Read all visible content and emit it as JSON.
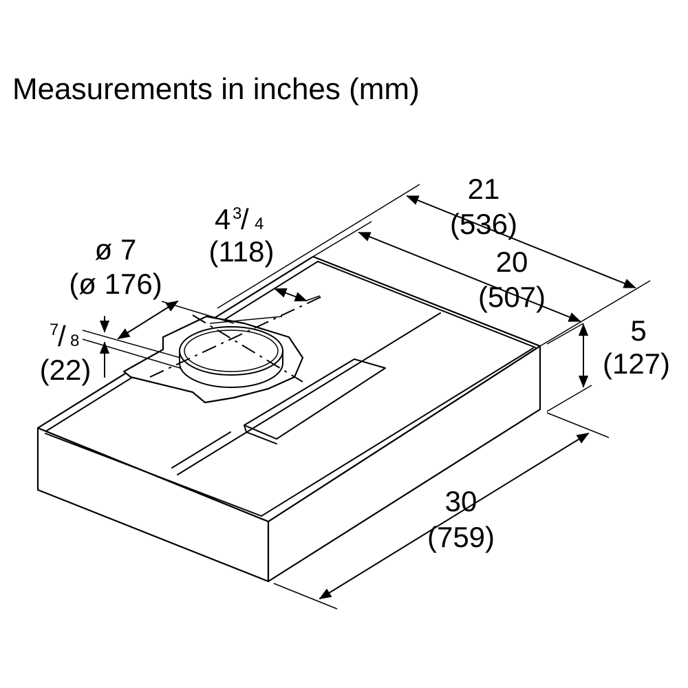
{
  "title": "Measurements in inches (mm)",
  "dimensions": {
    "depth_outer": {
      "inch": "21",
      "mm": "(536)"
    },
    "depth_inner": {
      "inch": "20",
      "mm": "(507)"
    },
    "height": {
      "inch": "5",
      "mm": "(127)"
    },
    "width": {
      "inch": "30",
      "mm": "(759)"
    },
    "duct_offset": {
      "inch_whole": "4",
      "inch_num": "3",
      "inch_den": "4",
      "mm": "(118)"
    },
    "duct_diameter": {
      "inch": "ø 7",
      "mm": "(ø 176)"
    },
    "collar_height": {
      "inch_num": "7",
      "inch_den": "8",
      "mm": "(22)"
    }
  }
}
